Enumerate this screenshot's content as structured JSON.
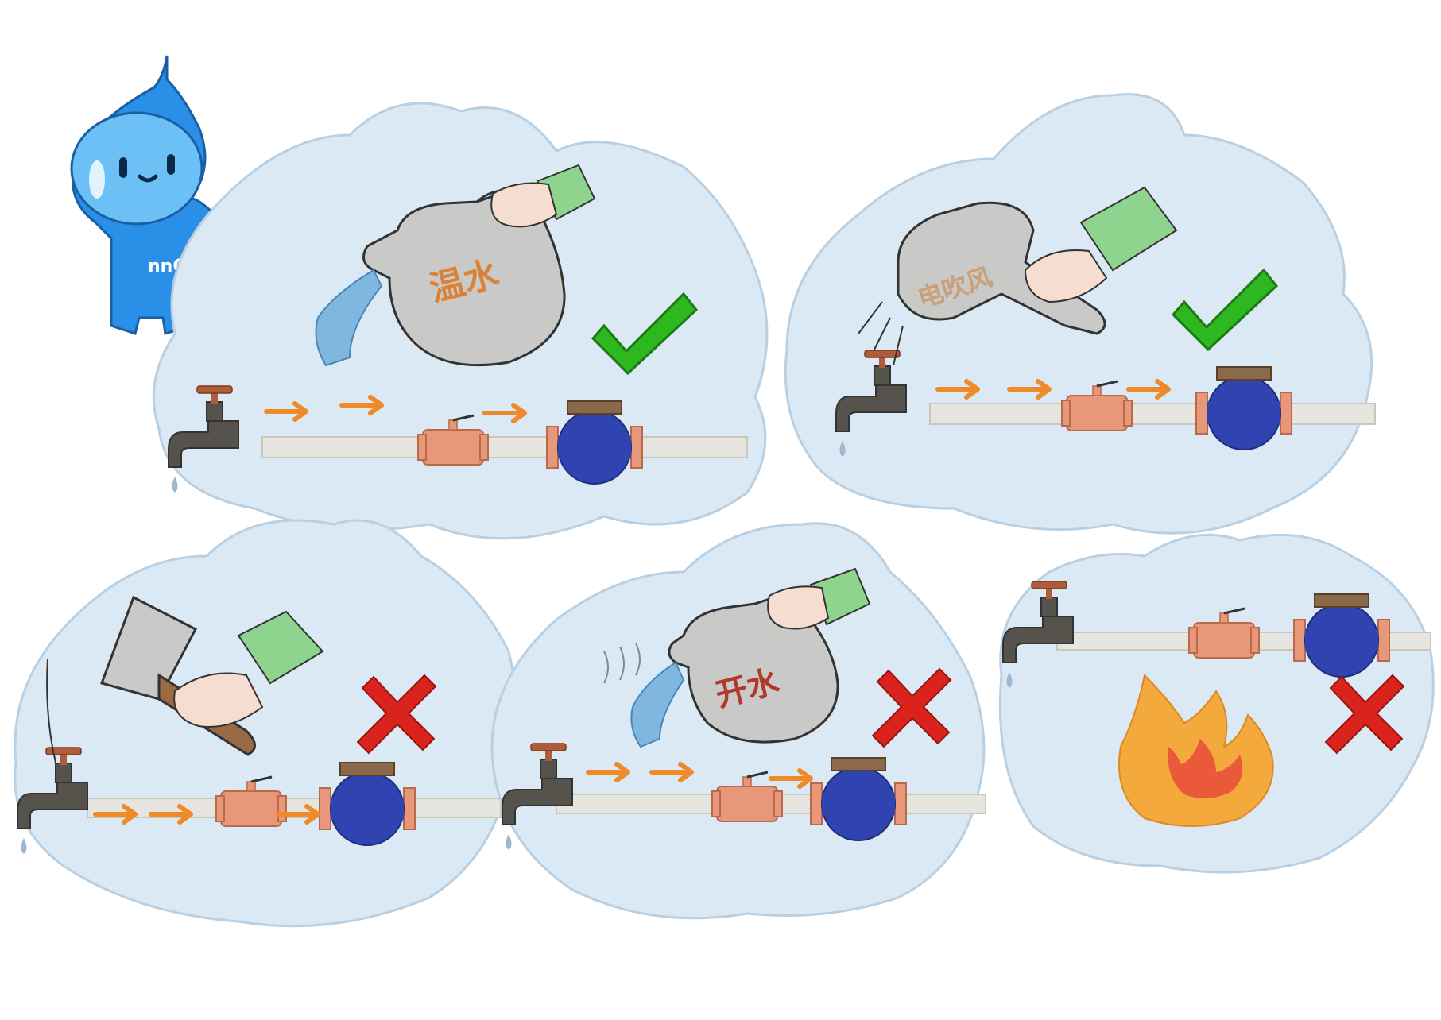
{
  "mascot": {
    "shirt_text": "nnO",
    "icon": "water-drop-mascot-icon"
  },
  "panels": [
    {
      "method": "warm-water-kettle",
      "label": "温水",
      "verdict": "correct",
      "verdict_icon": "check-mark-icon"
    },
    {
      "method": "hair-dryer",
      "label": "电吹风",
      "verdict": "correct",
      "verdict_icon": "check-mark-icon"
    },
    {
      "method": "axe-knock",
      "label": "",
      "verdict": "wrong",
      "verdict_icon": "cross-mark-icon"
    },
    {
      "method": "boiling-water-kettle",
      "label": "开水",
      "verdict": "wrong",
      "verdict_icon": "cross-mark-icon"
    },
    {
      "method": "open-fire",
      "label": "",
      "verdict": "wrong",
      "verdict_icon": "cross-mark-icon"
    }
  ],
  "colors": {
    "cloud": "#dbe9f4",
    "cloud_edge": "#b9cfe2",
    "correct": "#2db81f",
    "wrong": "#d9231c",
    "pipe": "#e7e5df",
    "valve": "#e9977a",
    "meter": "#2f44b0",
    "arrow": "#ee8a2a",
    "sleeve": "#8ed48e",
    "skin": "#f5ddcf",
    "kettle": "#c9c9c7",
    "fire_outer": "#f4a93c",
    "fire_inner": "#ea5a3a",
    "mascot": "#2a8fe6"
  }
}
